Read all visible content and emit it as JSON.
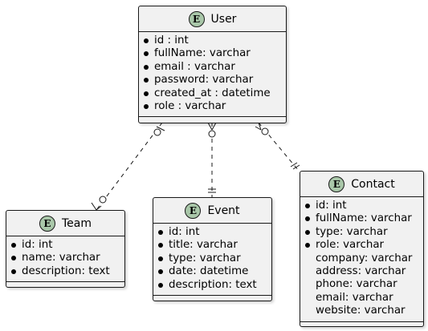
{
  "entities": {
    "user": {
      "name": "User",
      "badge": "E",
      "fields": [
        {
          "text": "id : int",
          "required": true
        },
        {
          "text": "fullName: varchar",
          "required": true
        },
        {
          "text": "email : varchar",
          "required": true
        },
        {
          "text": "password: varchar",
          "required": true
        },
        {
          "text": "created_at : datetime",
          "required": true
        },
        {
          "text": "role : varchar",
          "required": true
        }
      ]
    },
    "team": {
      "name": "Team",
      "badge": "E",
      "fields": [
        {
          "text": "id: int",
          "required": true
        },
        {
          "text": "name: varchar",
          "required": true
        },
        {
          "text": "description: text",
          "required": true
        }
      ]
    },
    "event": {
      "name": "Event",
      "badge": "E",
      "fields": [
        {
          "text": "id: int",
          "required": true
        },
        {
          "text": "title: varchar",
          "required": true
        },
        {
          "text": "type: varchar",
          "required": true
        },
        {
          "text": "date: datetime",
          "required": true
        },
        {
          "text": "description: text",
          "required": true
        }
      ]
    },
    "contact": {
      "name": "Contact",
      "badge": "E",
      "fields": [
        {
          "text": "id: int",
          "required": true
        },
        {
          "text": "fullName: varchar",
          "required": true
        },
        {
          "text": "type: varchar",
          "required": true
        },
        {
          "text": "role: varchar",
          "required": true
        },
        {
          "text": "company: varchar",
          "required": false
        },
        {
          "text": "address: varchar",
          "required": false
        },
        {
          "text": "phone: varchar",
          "required": false
        },
        {
          "text": "email: varchar",
          "required": false
        },
        {
          "text": "website: varchar",
          "required": false
        }
      ]
    }
  },
  "relationships": [
    {
      "from": "User",
      "to": "Team",
      "from_cardinality": "zero-or-one",
      "to_cardinality": "zero-or-many"
    },
    {
      "from": "User",
      "to": "Event",
      "from_cardinality": "zero-or-many",
      "to_cardinality": "exactly-one"
    },
    {
      "from": "User",
      "to": "Contact",
      "from_cardinality": "zero-or-many",
      "to_cardinality": "exactly-one"
    }
  ],
  "colors": {
    "entity_fill": "#f1f1f1",
    "border": "#181818",
    "badge_fill": "#a9c7a9"
  }
}
